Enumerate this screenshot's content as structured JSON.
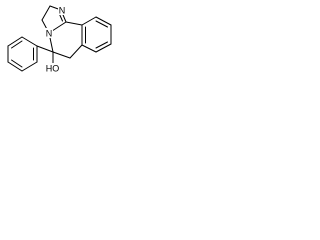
{
  "molecule": {
    "atoms": {
      "imidazole_n": "N",
      "bridge_n": "N",
      "hydroxyl": "HO"
    }
  }
}
